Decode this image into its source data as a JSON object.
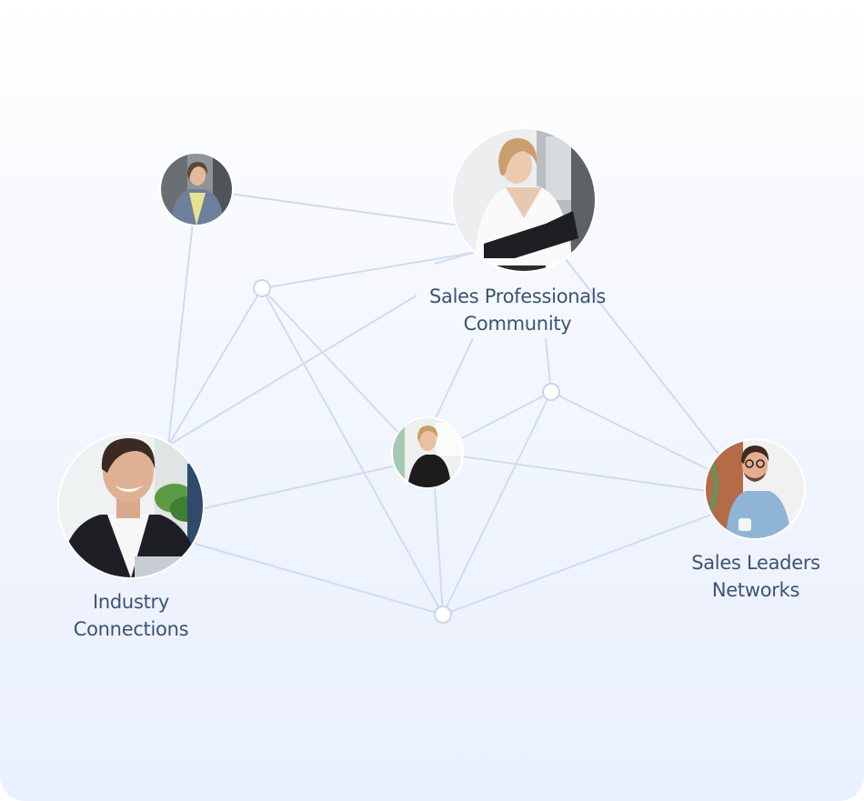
{
  "nodes": [
    {
      "id": "sales-professionals-community",
      "avatar": "woman-with-folder-photo",
      "label_lines": [
        "Sales Professionals",
        "Community"
      ]
    },
    {
      "id": "industry-connections",
      "avatar": "smiling-man-in-suit-photo",
      "label_lines": [
        "Industry",
        "Connections"
      ]
    },
    {
      "id": "sales-leaders-networks",
      "avatar": "man-with-glasses-holding-cup-photo",
      "label_lines": [
        "Sales Leaders",
        "Networks"
      ]
    },
    {
      "id": "small-top-left",
      "avatar": "businesswoman-in-blazer-photo"
    },
    {
      "id": "small-center",
      "avatar": "woman-in-black-top-photo"
    }
  ],
  "colors": {
    "line": "#cfdcf0",
    "junction_stroke": "#c9d7ee",
    "label": "#3c5275"
  }
}
